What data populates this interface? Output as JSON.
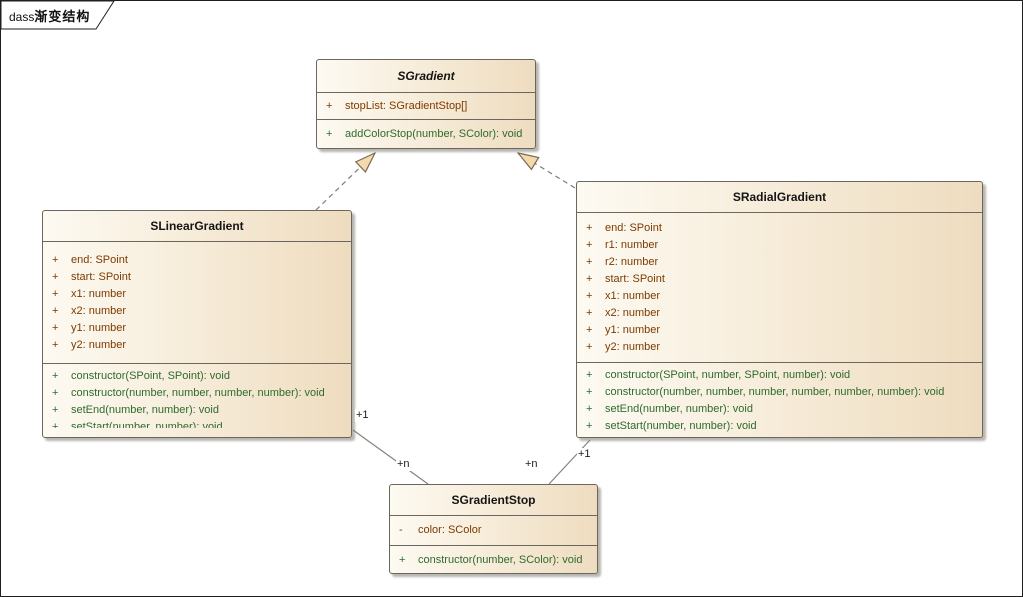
{
  "frame": {
    "keyword": "dass",
    "name": "渐变结构"
  },
  "classes": [
    {
      "name": "SGradient",
      "abstract": true,
      "attributes": [
        {
          "vis": "+",
          "text": "stopList: SGradientStop[]"
        }
      ],
      "methods": [
        {
          "vis": "+",
          "text": "addColorStop(number, SColor): void"
        }
      ]
    },
    {
      "name": "SLinearGradient",
      "abstract": false,
      "attributes": [
        {
          "vis": "+",
          "text": "end: SPoint"
        },
        {
          "vis": "+",
          "text": "start: SPoint"
        },
        {
          "vis": "+",
          "text": "x1: number"
        },
        {
          "vis": "+",
          "text": "x2: number"
        },
        {
          "vis": "+",
          "text": "y1: number"
        },
        {
          "vis": "+",
          "text": "y2: number"
        }
      ],
      "methods": [
        {
          "vis": "+",
          "text": "constructor(SPoint, SPoint): void"
        },
        {
          "vis": "+",
          "text": "constructor(number, number, number, number): void"
        },
        {
          "vis": "+",
          "text": "setEnd(number, number): void"
        },
        {
          "vis": "+",
          "text": "setStart(number, number): void"
        }
      ]
    },
    {
      "name": "SRadialGradient",
      "abstract": false,
      "attributes": [
        {
          "vis": "+",
          "text": "end: SPoint"
        },
        {
          "vis": "+",
          "text": "r1: number"
        },
        {
          "vis": "+",
          "text": "r2: number"
        },
        {
          "vis": "+",
          "text": "start: SPoint"
        },
        {
          "vis": "+",
          "text": "x1: number"
        },
        {
          "vis": "+",
          "text": "x2: number"
        },
        {
          "vis": "+",
          "text": "y1: number"
        },
        {
          "vis": "+",
          "text": "y2: number"
        }
      ],
      "methods": [
        {
          "vis": "+",
          "text": "constructor(SPoint, number, SPoint, number): void"
        },
        {
          "vis": "+",
          "text": "constructor(number, number, number, number, number, number): void"
        },
        {
          "vis": "+",
          "text": "setEnd(number, number): void"
        },
        {
          "vis": "+",
          "text": "setStart(number, number): void"
        }
      ]
    },
    {
      "name": "SGradientStop",
      "abstract": false,
      "attributes": [
        {
          "vis": "-",
          "text": "color: SColor"
        }
      ],
      "methods": [
        {
          "vis": "+",
          "text": "constructor(number, SColor): void"
        }
      ]
    }
  ],
  "relationships": [
    {
      "type": "generalization",
      "from": "SLinearGradient",
      "to": "SGradient"
    },
    {
      "type": "generalization",
      "from": "SRadialGradient",
      "to": "SGradient"
    },
    {
      "type": "association",
      "from": "SLinearGradient",
      "to": "SGradientStop",
      "from_mult": "+1",
      "to_mult": "+n"
    },
    {
      "type": "association",
      "from": "SRadialGradient",
      "to": "SGradientStop",
      "from_mult": "+1",
      "to_mult": "+n"
    }
  ],
  "colors": {
    "box_fill_light": "#fdfaf2",
    "box_fill_dark": "#eedcbf",
    "box_border": "#6b675e",
    "attribute_text": "#7e3a00",
    "method_text": "#2e6b2e",
    "connector": "#7f7a70",
    "arrowhead_fill": "#f3d9ab",
    "arrowhead_stroke": "#776a54"
  }
}
